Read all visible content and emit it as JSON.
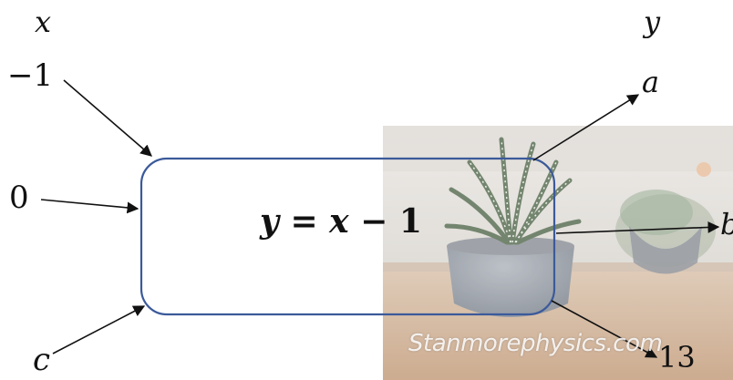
{
  "header": {
    "input_label": "x",
    "output_label": "y"
  },
  "inputs": [
    "−1",
    "0",
    "c"
  ],
  "outputs": [
    "a",
    "b",
    "13"
  ],
  "function_box": {
    "equation_lhs": "y",
    "equation_eq": " = ",
    "equation_var": "x",
    "equation_rest": " − 1"
  },
  "photo": {
    "watermark": "Stanmorephysics.com"
  },
  "colors": {
    "box_border": "#3b5a9a",
    "arrow": "#111111"
  }
}
